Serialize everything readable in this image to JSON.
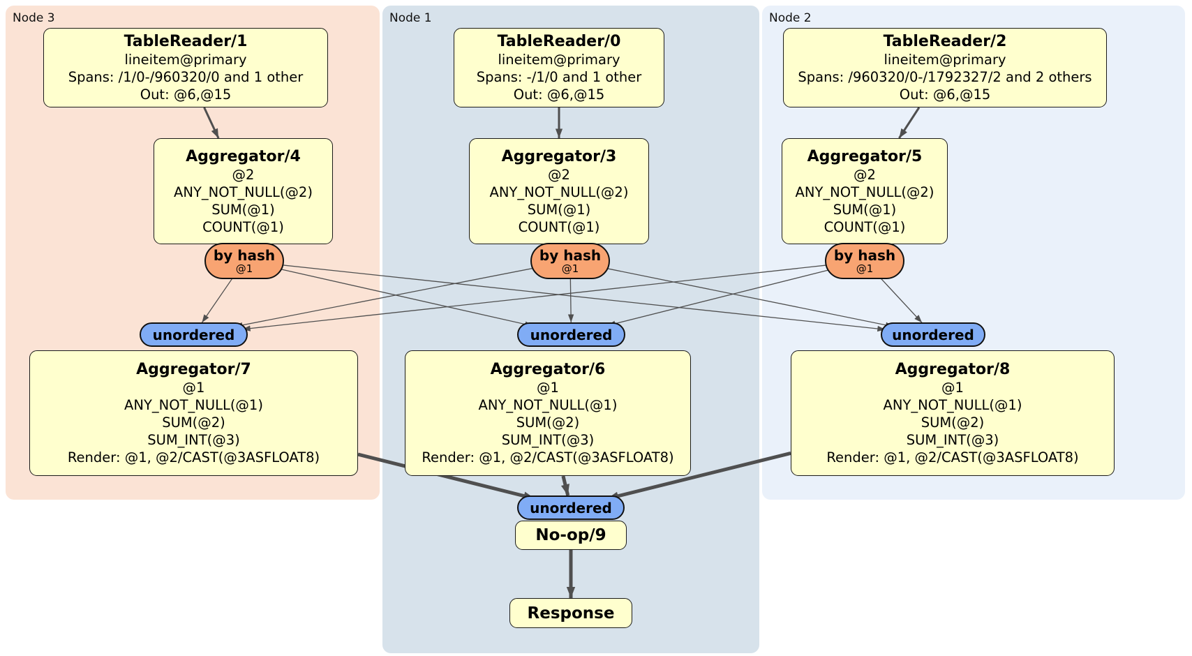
{
  "regions": [
    {
      "id": "node3",
      "label": "Node 3",
      "color": "#fbe3d5"
    },
    {
      "id": "node1",
      "label": "Node 1",
      "color": "#d7e2eb"
    },
    {
      "id": "node2",
      "label": "Node 2",
      "color": "#eaf1fa"
    }
  ],
  "processors": {
    "tr1": {
      "title": "TableReader/1",
      "lines": [
        "lineitem@primary",
        "Spans: /1/0-/960320/0 and 1 other",
        "Out: @6,@15"
      ]
    },
    "tr0": {
      "title": "TableReader/0",
      "lines": [
        "lineitem@primary",
        "Spans: -/1/0 and 1 other",
        "Out: @6,@15"
      ]
    },
    "tr2": {
      "title": "TableReader/2",
      "lines": [
        "lineitem@primary",
        "Spans: /960320/0-/1792327/2 and 2 others",
        "Out: @6,@15"
      ]
    },
    "agg4": {
      "title": "Aggregator/4",
      "lines": [
        "@2",
        "ANY_NOT_NULL(@2)",
        "SUM(@1)",
        "COUNT(@1)"
      ]
    },
    "agg3": {
      "title": "Aggregator/3",
      "lines": [
        "@2",
        "ANY_NOT_NULL(@2)",
        "SUM(@1)",
        "COUNT(@1)"
      ]
    },
    "agg5": {
      "title": "Aggregator/5",
      "lines": [
        "@2",
        "ANY_NOT_NULL(@2)",
        "SUM(@1)",
        "COUNT(@1)"
      ]
    },
    "agg7": {
      "title": "Aggregator/7",
      "lines": [
        "@1",
        "ANY_NOT_NULL(@1)",
        "SUM(@2)",
        "SUM_INT(@3)",
        "Render: @1, @2/CAST(@3ASFLOAT8)"
      ]
    },
    "agg6": {
      "title": "Aggregator/6",
      "lines": [
        "@1",
        "ANY_NOT_NULL(@1)",
        "SUM(@2)",
        "SUM_INT(@3)",
        "Render: @1, @2/CAST(@3ASFLOAT8)"
      ]
    },
    "agg8": {
      "title": "Aggregator/8",
      "lines": [
        "@1",
        "ANY_NOT_NULL(@1)",
        "SUM(@2)",
        "SUM_INT(@3)",
        "Render: @1, @2/CAST(@3ASFLOAT8)"
      ]
    },
    "noop": {
      "title": "No-op/9"
    },
    "resp": {
      "title": "Response"
    }
  },
  "router": {
    "label": "by hash",
    "detail": "@1"
  },
  "stream": {
    "label": "unordered"
  },
  "edges": [
    {
      "from": "tr1",
      "to": "agg4",
      "kind": "med"
    },
    {
      "from": "tr0",
      "to": "agg3",
      "kind": "med"
    },
    {
      "from": "tr2",
      "to": "agg5",
      "kind": "med"
    },
    {
      "from": "h4",
      "to": "u7",
      "kind": "thin"
    },
    {
      "from": "h4",
      "to": "u6",
      "kind": "thin"
    },
    {
      "from": "h4",
      "to": "u8",
      "kind": "thin"
    },
    {
      "from": "h3",
      "to": "u7",
      "kind": "thin"
    },
    {
      "from": "h3",
      "to": "u6",
      "kind": "thin"
    },
    {
      "from": "h3",
      "to": "u8",
      "kind": "thin"
    },
    {
      "from": "h5",
      "to": "u7",
      "kind": "thin"
    },
    {
      "from": "h5",
      "to": "u6",
      "kind": "thin"
    },
    {
      "from": "h5",
      "to": "u8",
      "kind": "thin"
    },
    {
      "from": "agg7",
      "to": "ufinal",
      "kind": "thick"
    },
    {
      "from": "agg6",
      "to": "ufinal",
      "kind": "thick"
    },
    {
      "from": "agg8",
      "to": "ufinal",
      "kind": "thick"
    },
    {
      "from": "noop",
      "to": "resp",
      "kind": "thick"
    }
  ],
  "colors": {
    "region_node3": "#fbe3d5",
    "region_node1": "#d7e2eb",
    "region_node2": "#eaf1fa",
    "processor_fill": "#ffffce",
    "router_fill": "#f8a472",
    "stream_fill": "#80acf5",
    "edge": "#4f4f4f",
    "border": "#1a1a1a"
  }
}
